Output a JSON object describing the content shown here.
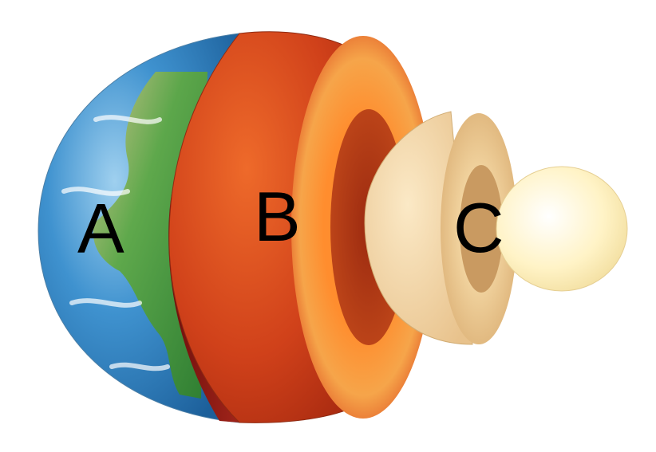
{
  "labels": {
    "a": "A",
    "b": "B",
    "c": "C"
  },
  "colors": {
    "background": "#ffffff",
    "ocean": "#2f86c8",
    "land": "#3f9a3a",
    "mantle_outer": "#d9481c",
    "mantle_inner": "#f4a23a",
    "outer_core": "#f3d7a8",
    "inner_core": "#fff6cf",
    "label": "#000000"
  },
  "icons": {
    "earth": "earth-crust-cutaway",
    "mantle": "mantle-shell",
    "outer_core": "outer-core-shell",
    "inner_core": "inner-core-sphere"
  }
}
